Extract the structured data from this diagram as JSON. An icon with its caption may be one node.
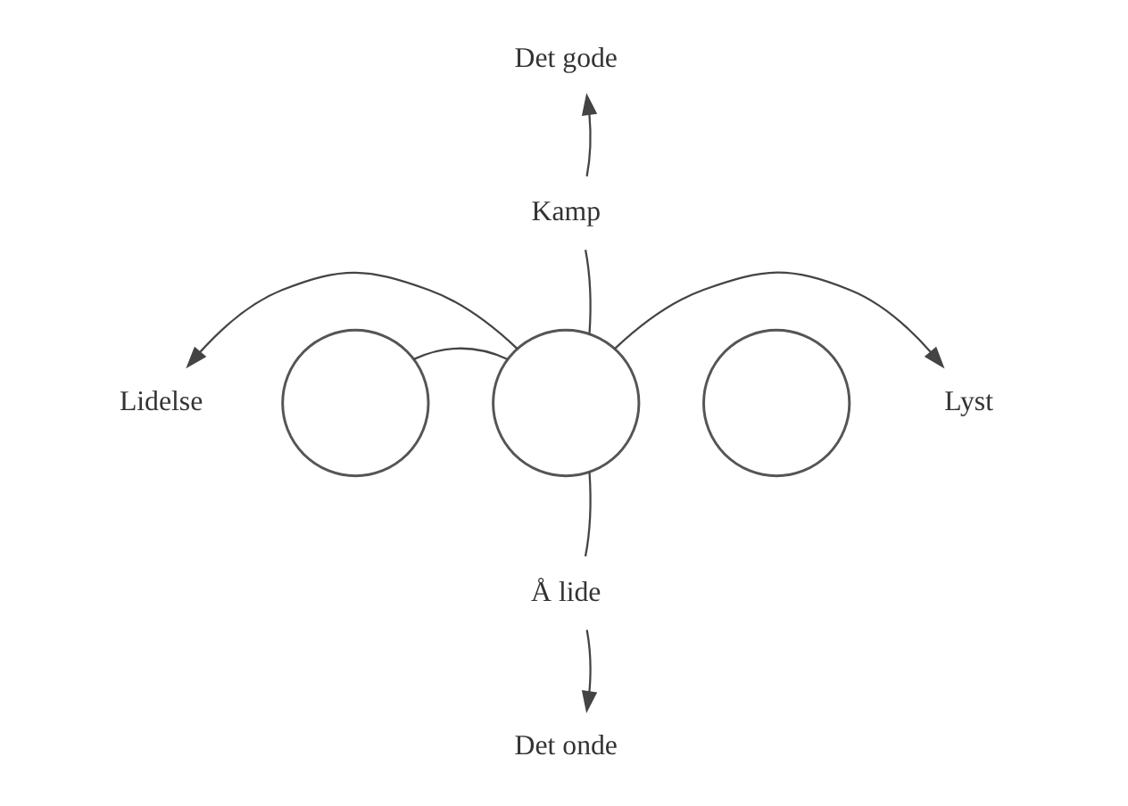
{
  "diagram": {
    "nodes": [
      {
        "text": [
          "Det gode"
        ]
      },
      {
        "text": [
          "Kamp"
        ]
      },
      {
        "text": [
          "Lidelse"
        ]
      },
      {
        "text": [
          "Lyst"
        ]
      },
      {
        "text": [],
        "shape": "circle"
      },
      {
        "text": [],
        "shape": "circle"
      },
      {
        "text": [],
        "shape": "circle"
      },
      {
        "text": [
          "Å lide"
        ]
      },
      {
        "text": [
          "Det onde"
        ]
      }
    ],
    "edges": [
      {
        "from": 1,
        "to": 0,
        "arrow": "to"
      },
      {
        "from": 5,
        "to": 2,
        "arrow": "to"
      },
      {
        "from": 5,
        "to": 3,
        "arrow": "to"
      },
      {
        "from": 4,
        "to": 5,
        "arrow": "none"
      },
      {
        "from": 1,
        "to": 5,
        "arrow": "none"
      },
      {
        "from": 5,
        "to": 7,
        "arrow": "none"
      },
      {
        "from": 7,
        "to": 8,
        "arrow": "to"
      }
    ]
  }
}
